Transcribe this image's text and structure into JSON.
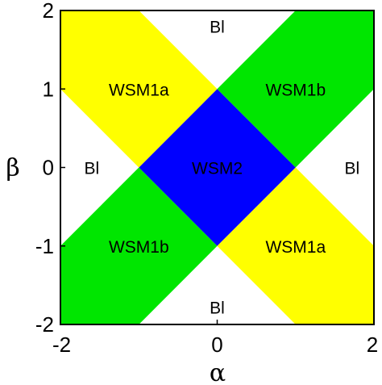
{
  "axes": {
    "x_label": "α",
    "y_label": "β",
    "x_range": [
      -2,
      2
    ],
    "y_range": [
      -2,
      2
    ],
    "x_ticks": [
      "-2",
      "0",
      "2"
    ],
    "y_ticks": [
      "2",
      "1",
      "0",
      "-1",
      "-2"
    ]
  },
  "colors": {
    "yellow": "#ffff00",
    "green": "#00e600",
    "blue": "#0000ff",
    "white": "#ffffff"
  },
  "regions": [
    {
      "name": "WSM2",
      "color": "blue",
      "vertices": [
        [
          0,
          1
        ],
        [
          1,
          0
        ],
        [
          0,
          -1
        ],
        [
          -1,
          0
        ]
      ]
    },
    {
      "name": "WSM1a",
      "color": "yellow",
      "vertices": [
        [
          -2,
          2
        ],
        [
          -1,
          2
        ],
        [
          0,
          1
        ],
        [
          -1,
          0
        ],
        [
          -2,
          1
        ]
      ]
    },
    {
      "name": "WSM1a",
      "color": "yellow",
      "vertices": [
        [
          0,
          -1
        ],
        [
          1,
          0
        ],
        [
          2,
          -1
        ],
        [
          2,
          -2
        ],
        [
          1,
          -2
        ]
      ]
    },
    {
      "name": "WSM1b",
      "color": "green",
      "vertices": [
        [
          1,
          2
        ],
        [
          2,
          2
        ],
        [
          2,
          1
        ],
        [
          1,
          0
        ],
        [
          0,
          1
        ]
      ]
    },
    {
      "name": "WSM1b",
      "color": "green",
      "vertices": [
        [
          -2,
          -1
        ],
        [
          -1,
          0
        ],
        [
          0,
          -1
        ],
        [
          -1,
          -2
        ],
        [
          -2,
          -2
        ]
      ]
    }
  ],
  "labels": [
    {
      "text": "Bl",
      "at": [
        0,
        1.8
      ]
    },
    {
      "text": "WSM1a",
      "at": [
        -1.0,
        1.0
      ]
    },
    {
      "text": "WSM1b",
      "at": [
        1.0,
        1.0
      ]
    },
    {
      "text": "Bl",
      "at": [
        -1.6,
        0
      ]
    },
    {
      "text": "WSM2",
      "at": [
        0,
        0
      ]
    },
    {
      "text": "Bl",
      "at": [
        1.72,
        0
      ]
    },
    {
      "text": "WSM1b",
      "at": [
        -1.0,
        -1.0
      ]
    },
    {
      "text": "WSM1a",
      "at": [
        1.0,
        -1.0
      ]
    },
    {
      "text": "Bl",
      "at": [
        0,
        -1.78
      ]
    }
  ]
}
